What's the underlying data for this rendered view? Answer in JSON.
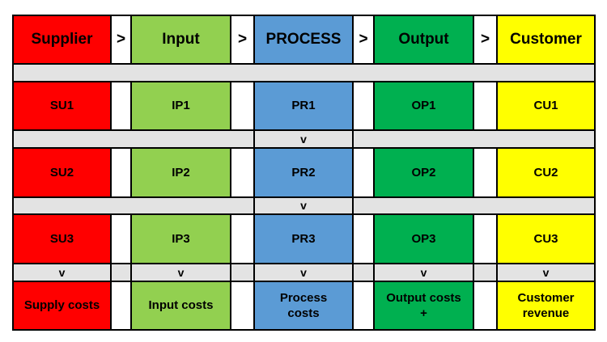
{
  "colors": {
    "supplier": "#ff0000",
    "input": "#92d050",
    "process": "#5b9bd5",
    "output": "#00b050",
    "customer": "#ffff00",
    "separator": "#e3e3e3"
  },
  "header": {
    "supplier": "Supplier",
    "input": "Input",
    "process": "PROCESS",
    "output": "Output",
    "customer": "Customer",
    "arrow_1": ">",
    "arrow_2": ">",
    "arrow_3": ">",
    "arrow_4": ">"
  },
  "rows": [
    {
      "supplier": "SU1",
      "input": "IP1",
      "process": "PR1",
      "output": "OP1",
      "customer": "CU1"
    },
    {
      "supplier": "SU2",
      "input": "IP2",
      "process": "PR2",
      "output": "OP2",
      "customer": "CU2"
    },
    {
      "supplier": "SU3",
      "input": "IP3",
      "process": "PR3",
      "output": "OP3",
      "customer": "CU3"
    }
  ],
  "separators": {
    "process_1": "v",
    "process_2": "v",
    "bottom": [
      "v",
      "v",
      "v",
      "v",
      "v"
    ]
  },
  "totals": {
    "supplier": "Supply costs",
    "input": "Input costs",
    "process": "Process\ncosts",
    "output": "Output costs\n+",
    "customer": "Customer\nrevenue"
  }
}
